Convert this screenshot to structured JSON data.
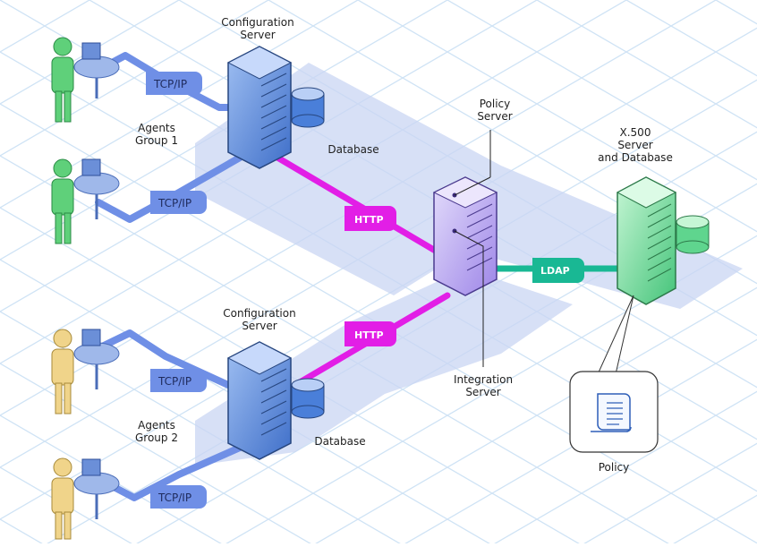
{
  "diagram": {
    "nodes": {
      "config_server_1": "Configuration\nServer",
      "config_server_2": "Configuration\nServer",
      "database_1": "Database",
      "database_2": "Database",
      "agents_group_1": "Agents\nGroup 1",
      "agents_group_2": "Agents\nGroup 2",
      "policy_server": "Policy\nServer",
      "integration_server": "Integration\nServer",
      "x500": "X.500\nServer\nand Database",
      "policy": "Policy"
    },
    "connections": {
      "tcp_1": "TCP/IP",
      "tcp_2": "TCP/IP",
      "tcp_3": "TCP/IP",
      "tcp_4": "TCP/IP",
      "http_1": "HTTP",
      "http_2": "HTTP",
      "ldap": "LDAP"
    },
    "colors": {
      "agents_group_1": "#5fd07a",
      "agents_group_2": "#f0d48a",
      "tcp": "#6f8fe6",
      "http": "#e21ee6",
      "ldap": "#19b894",
      "server_blue": "#4a7fd9",
      "policy_server": "#b9a6ee",
      "x500": "#7fe3a0"
    }
  }
}
